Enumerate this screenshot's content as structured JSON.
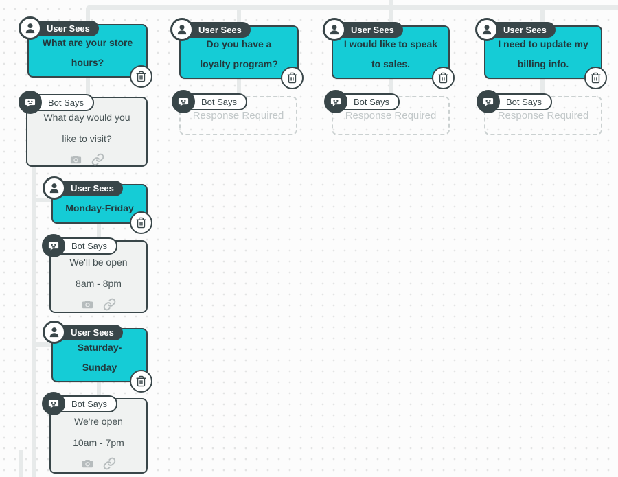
{
  "app": "chatbot-flow-builder",
  "badges": {
    "user_sees": "User Sees",
    "bot_says": "Bot Says"
  },
  "columns": [
    {
      "user_message": "What are your store\nhours?",
      "bot_message": "What day would you\nlike to visit?"
    },
    {
      "user_message": "Do you have a\nloyalty program?",
      "bot_placeholder": "Response Required"
    },
    {
      "user_message": "I would like to speak\nto sales.",
      "bot_placeholder": "Response Required"
    },
    {
      "user_message": "I need to update my\nbilling info.",
      "bot_placeholder": "Response Required"
    }
  ],
  "branch": [
    {
      "user_message": "Monday-Friday",
      "bot_message": "We'll be open\n8am - 8pm"
    },
    {
      "user_message": "Saturday-\nSunday",
      "bot_message": "We're open\n10am - 7pm"
    }
  ],
  "icons": {
    "user": "person-icon",
    "bot": "robot-icon",
    "delete": "trash-icon",
    "attach_image": "camera-icon",
    "attach_link": "link-icon"
  },
  "colors": {
    "accent_teal": "#15ccd6",
    "dark": "#394649",
    "bot_box_fill": "#f0f2f1",
    "connector": "#e7eaea",
    "placeholder_text": "#c2c8c9"
  }
}
